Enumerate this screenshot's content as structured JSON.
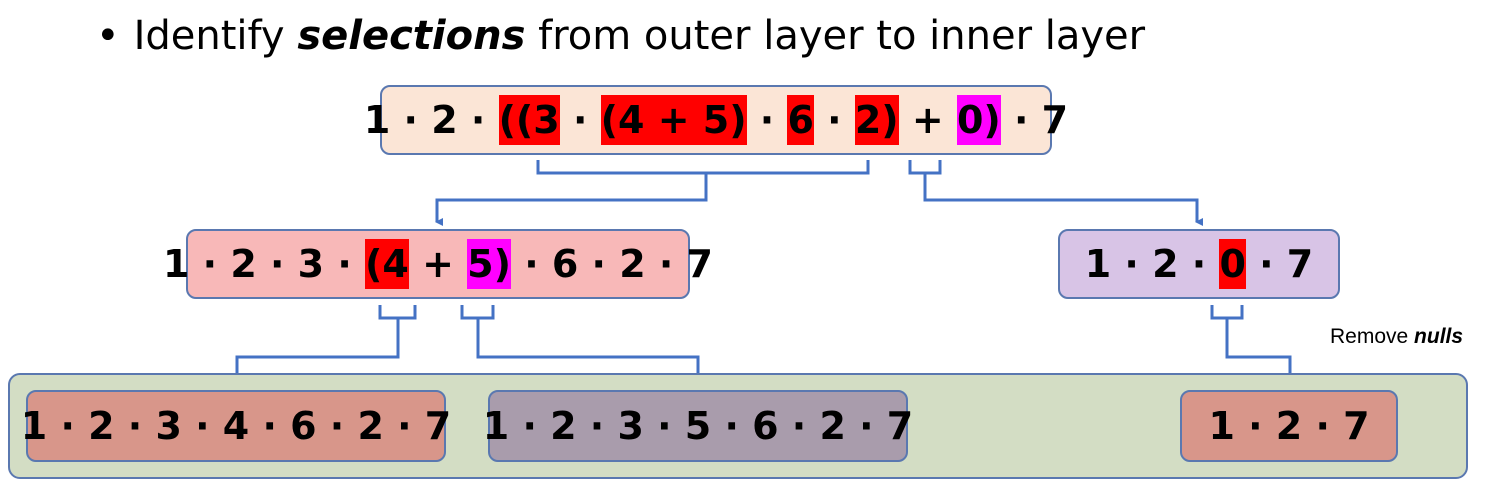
{
  "heading": {
    "bullet": "•",
    "prefix": "Identify",
    "emphasis": "selections",
    "suffix": "from outer layer to inner layer"
  },
  "root_box": {
    "tokens": [
      {
        "text": "1 · 2 · ",
        "highlight": ""
      },
      {
        "text": "((3",
        "highlight": "red"
      },
      {
        "text": " · ",
        "highlight": ""
      },
      {
        "text": "(4 + 5)",
        "highlight": "red"
      },
      {
        "text": " · ",
        "highlight": ""
      },
      {
        "text": "6",
        "highlight": "red"
      },
      {
        "text": " · ",
        "highlight": ""
      },
      {
        "text": "2)",
        "highlight": "red"
      },
      {
        "text": " + ",
        "highlight": ""
      },
      {
        "text": "0)",
        "highlight": "magenta"
      },
      {
        "text": " · 7",
        "highlight": ""
      }
    ]
  },
  "left_box": {
    "tokens": [
      {
        "text": "1 · 2 · 3 · ",
        "highlight": ""
      },
      {
        "text": "(4",
        "highlight": "red"
      },
      {
        "text": " + ",
        "highlight": ""
      },
      {
        "text": "5)",
        "highlight": "magenta"
      },
      {
        "text": " · 6 · 2 · 7",
        "highlight": ""
      }
    ]
  },
  "right_box": {
    "tokens": [
      {
        "text": "1 · 2 · ",
        "highlight": ""
      },
      {
        "text": "0",
        "highlight": "red"
      },
      {
        "text": " · 7",
        "highlight": ""
      }
    ]
  },
  "note": {
    "prefix": "Remove",
    "emphasis": "nulls"
  },
  "results": [
    {
      "text": "1 · 2 · 3 · 4 · 6 · 2 · 7"
    },
    {
      "text": "1 · 2 · 3 · 5 · 6 · 2 · 7"
    },
    {
      "text": "1 · 2 · 7"
    }
  ],
  "colors": {
    "highlight_red": "#ff0000",
    "highlight_magenta": "#ff00ff",
    "connector": "#4472c4"
  }
}
